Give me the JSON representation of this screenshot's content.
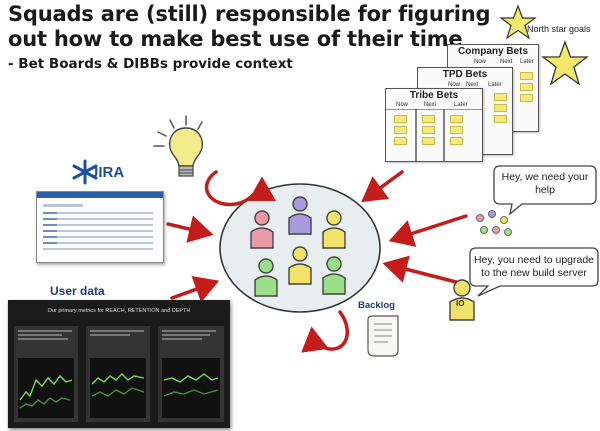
{
  "header": {
    "title_line1": "Squads are (still) responsible for figuring",
    "title_line2": "out how to make best use of their time",
    "subtitle": "- Bet Boards & DIBBs provide context"
  },
  "north_star": {
    "label": "North star goals"
  },
  "boards": [
    {
      "title": "Company Bets",
      "columns": [
        "Now",
        "Next",
        "Later"
      ]
    },
    {
      "title": "TPD Bets",
      "columns": [
        "Now",
        "Next",
        "Later"
      ]
    },
    {
      "title": "Tribe Bets",
      "columns": [
        "Now",
        "Next",
        "Later"
      ]
    }
  ],
  "jira": {
    "logo_text": "JIRA"
  },
  "user_data": {
    "label": "User data",
    "dashboard_title": "Our primary metrics for REACH, RETENTION and DEPTH"
  },
  "bubbles": {
    "help": "Hey, we need your help",
    "upgrade": "Hey, you need to upgrade to the new build server"
  },
  "io": {
    "label": "IO"
  },
  "backlog": {
    "label": "Backlog"
  },
  "colors": {
    "arrow": "#c41b1b",
    "ellipse_fill": "#e8eef0",
    "pink": "#e89aa5",
    "purple": "#a79be0",
    "yellow": "#f1e26a",
    "green": "#9be088",
    "sticky": "#f4e97a"
  }
}
